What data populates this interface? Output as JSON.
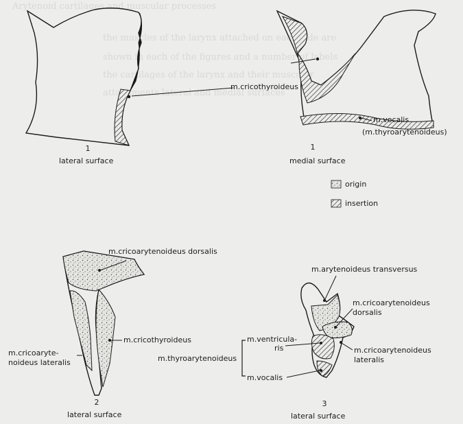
{
  "background_text": [
    "Arytenoid cartilages and muscular processes",
    "the muscles of the larynx attached on each side are",
    "shown in each of the figures and a number of labels",
    "the cartilages of the larynx and their muscular",
    "attachments lateral and medial surfaces"
  ],
  "fig1_lateral": {
    "number": "1",
    "caption": "lateral surface"
  },
  "fig1_medial": {
    "number": "1",
    "caption": "medial surface"
  },
  "labels": {
    "cricothyroideus_top": "m.cricothyroideus",
    "vocalis_top": "m.vocalis",
    "thyroarytenoideus_paren": "(m.thyroarytenoideus)",
    "cricoarytenoideus_dorsalis_2": "m.cricoarytenoideus dorsalis",
    "cricoarytenoideus_lateralis_2_line1": "m.cricoaryte-",
    "cricoarytenoideus_lateralis_2_line2": "noideus lateralis",
    "cricothyroideus_2": "m.cricothyroideus",
    "arytenoideus_transversus": "m.arytenoideus transversus",
    "cricoarytenoideus_dorsalis_3_line1": "m.cricoarytenoideus",
    "cricoarytenoideus_dorsalis_3_line2": "dorsalis",
    "ventricularis_line1": "m.ventricula-",
    "ventricularis_line2": "ris",
    "thyroarytenoideus_3": "m.thyroarytenoideus",
    "vocalis_3": "m.vocalis",
    "cricoarytenoideus_lateralis_3_line1": "m.cricoarytenoideus",
    "cricoarytenoideus_lateralis_3_line2": "lateralis"
  },
  "legend": {
    "items": [
      {
        "label": "origin",
        "pattern": "stipple"
      },
      {
        "label": "insertion",
        "pattern": "hatch"
      }
    ]
  },
  "fig2": {
    "number": "2",
    "caption": "lateral surface"
  },
  "fig3": {
    "number": "3",
    "caption": "lateral surface"
  }
}
